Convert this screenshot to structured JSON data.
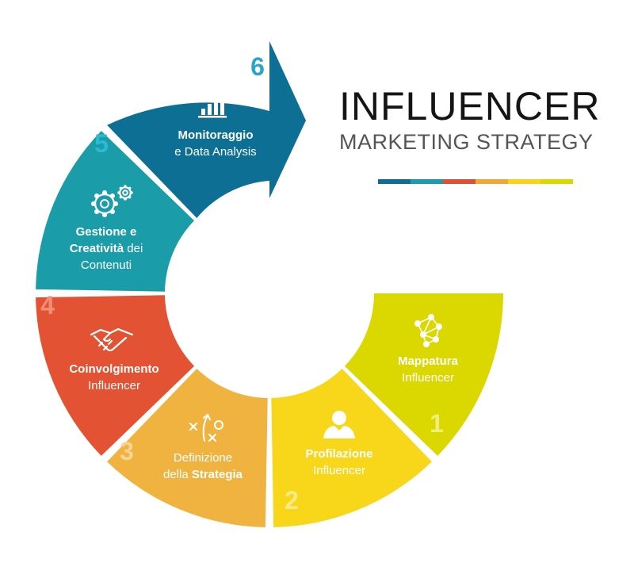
{
  "title": {
    "main": "INFLUENCER",
    "sub": "MARKETING STRATEGY"
  },
  "color_bar": [
    "#0E6F95",
    "#1A9DA8",
    "#E04E33",
    "#F0A738",
    "#F7D417",
    "#DBD700"
  ],
  "steps": [
    {
      "number": "1",
      "icon": "network-icon",
      "color": "#DBD700",
      "number_color": "#EEF07A",
      "lines": [
        [
          {
            "text": "Mappatura",
            "bold": true
          }
        ],
        [
          {
            "text": "Influencer",
            "bold": false
          }
        ]
      ]
    },
    {
      "number": "2",
      "icon": "person-icon",
      "color": "#F8D71A",
      "number_color": "#FCEB88",
      "lines": [
        [
          {
            "text": "Profilazione",
            "bold": true
          }
        ],
        [
          {
            "text": "Influencer",
            "bold": false
          }
        ]
      ]
    },
    {
      "number": "3",
      "icon": "strategy-icon",
      "color": "#F0B33F",
      "number_color": "#F7D494",
      "lines": [
        [
          {
            "text": "Definizione",
            "bold": false
          }
        ],
        [
          {
            "text": "della ",
            "bold": false
          },
          {
            "text": "Strategia",
            "bold": true
          }
        ]
      ]
    },
    {
      "number": "4",
      "icon": "handshake-icon",
      "color": "#E35233",
      "number_color": "#EF8F75",
      "lines": [
        [
          {
            "text": "Coinvolgimento",
            "bold": true
          }
        ],
        [
          {
            "text": "Influencer",
            "bold": false
          }
        ]
      ]
    },
    {
      "number": "5",
      "icon": "gears-icon",
      "color": "#1A9DA8",
      "number_color": "#2BB9D4",
      "lines": [
        [
          {
            "text": "Gestione e",
            "bold": true
          }
        ],
        [
          {
            "text": "Creatività",
            "bold": true
          },
          {
            "text": " dei",
            "bold": false
          }
        ],
        [
          {
            "text": "Contenuti",
            "bold": false
          }
        ]
      ]
    },
    {
      "number": "6",
      "icon": "bar-chart-icon",
      "color": "#0E6F95",
      "number_color": "#2BA5C8",
      "lines": [
        [
          {
            "text": "Monitoraggio",
            "bold": true
          }
        ],
        [
          {
            "text": "e Data Analysis",
            "bold": false
          }
        ]
      ]
    }
  ]
}
